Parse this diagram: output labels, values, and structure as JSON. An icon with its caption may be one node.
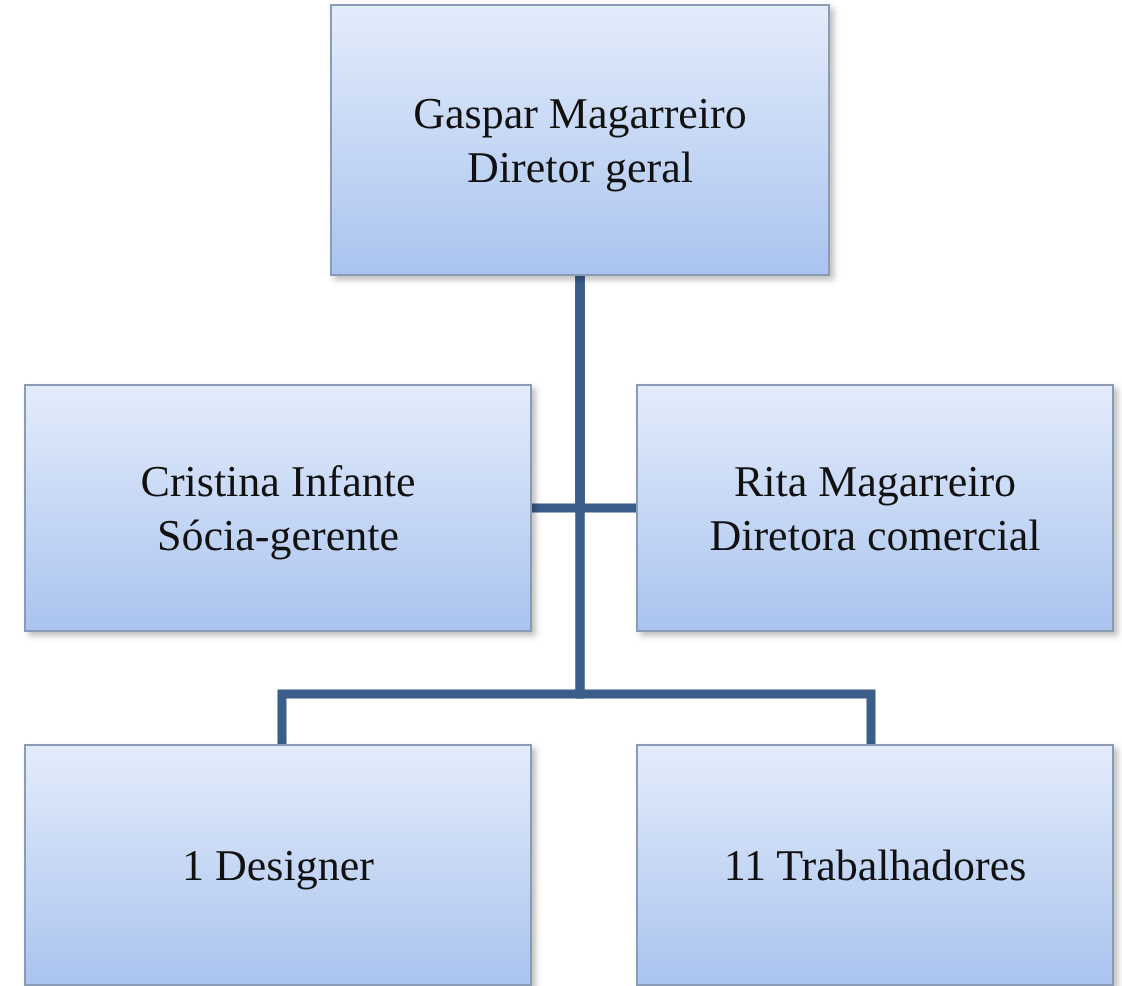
{
  "diagram": {
    "nodes": [
      {
        "text": [
          "Gaspar Magarreiro",
          "Diretor geral"
        ]
      },
      {
        "text": [
          "Cristina Infante",
          "Sócia-gerente"
        ]
      },
      {
        "text": [
          "Rita Magarreiro",
          "Diretora comercial"
        ]
      },
      {
        "text": [
          "1 Designer"
        ]
      },
      {
        "text": [
          "11 Trabalhadores"
        ]
      }
    ],
    "edges": [
      {
        "from": 0,
        "to": 1,
        "arrow": "none"
      },
      {
        "from": 0,
        "to": 2,
        "arrow": "none"
      },
      {
        "from": 0,
        "to": 3,
        "arrow": "none"
      },
      {
        "from": 0,
        "to": 4,
        "arrow": "none"
      }
    ]
  }
}
